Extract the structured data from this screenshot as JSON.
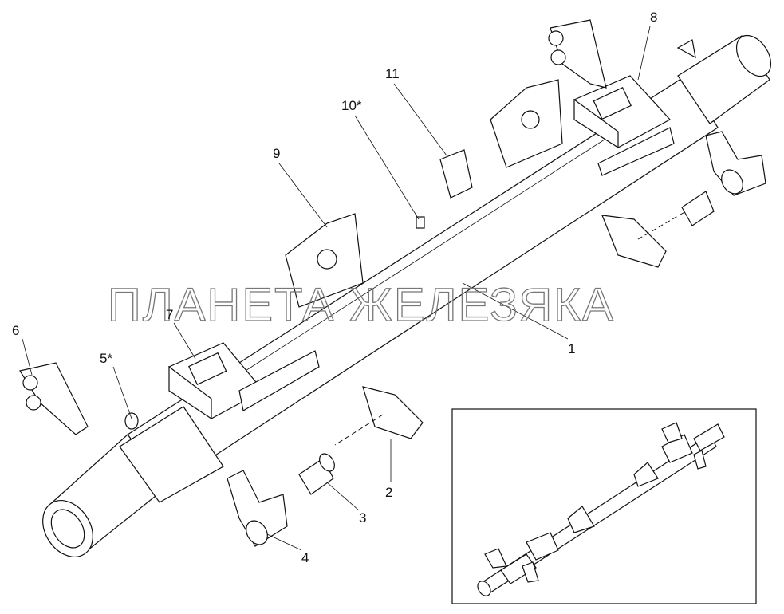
{
  "watermark": "ПЛАНЕТА ЖЕЛЕЗЯКА",
  "callouts": {
    "c1": "1",
    "c2": "2",
    "c3": "3",
    "c4": "4",
    "c5": "5*",
    "c6": "6",
    "c7": "7",
    "c8": "8",
    "c9": "9",
    "c10": "10*",
    "c11": "11"
  }
}
